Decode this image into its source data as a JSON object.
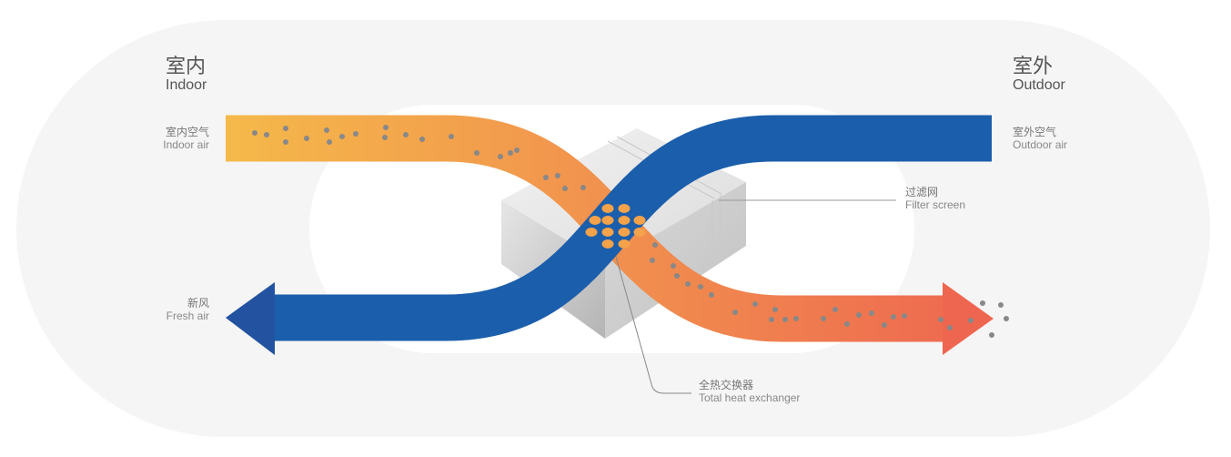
{
  "indoor": {
    "cn": "室内",
    "en": "Indoor"
  },
  "outdoor": {
    "cn": "室外",
    "en": "Outdoor"
  },
  "indoor_air": {
    "cn": "室内空气",
    "en": "Indoor air"
  },
  "outdoor_air": {
    "cn": "室外空气",
    "en": "Outdoor air"
  },
  "fresh_air": {
    "cn": "新风",
    "en": "Fresh air"
  },
  "filter_screen": {
    "cn": "过滤网",
    "en": "Filter screen"
  },
  "heat_exchanger": {
    "cn": "全热交换器",
    "en": "Total heat exchanger"
  },
  "colors": {
    "blue": "#1b5eab",
    "orange_start": "#f5b94a",
    "orange_end": "#ee6650",
    "particle": "#888888"
  }
}
